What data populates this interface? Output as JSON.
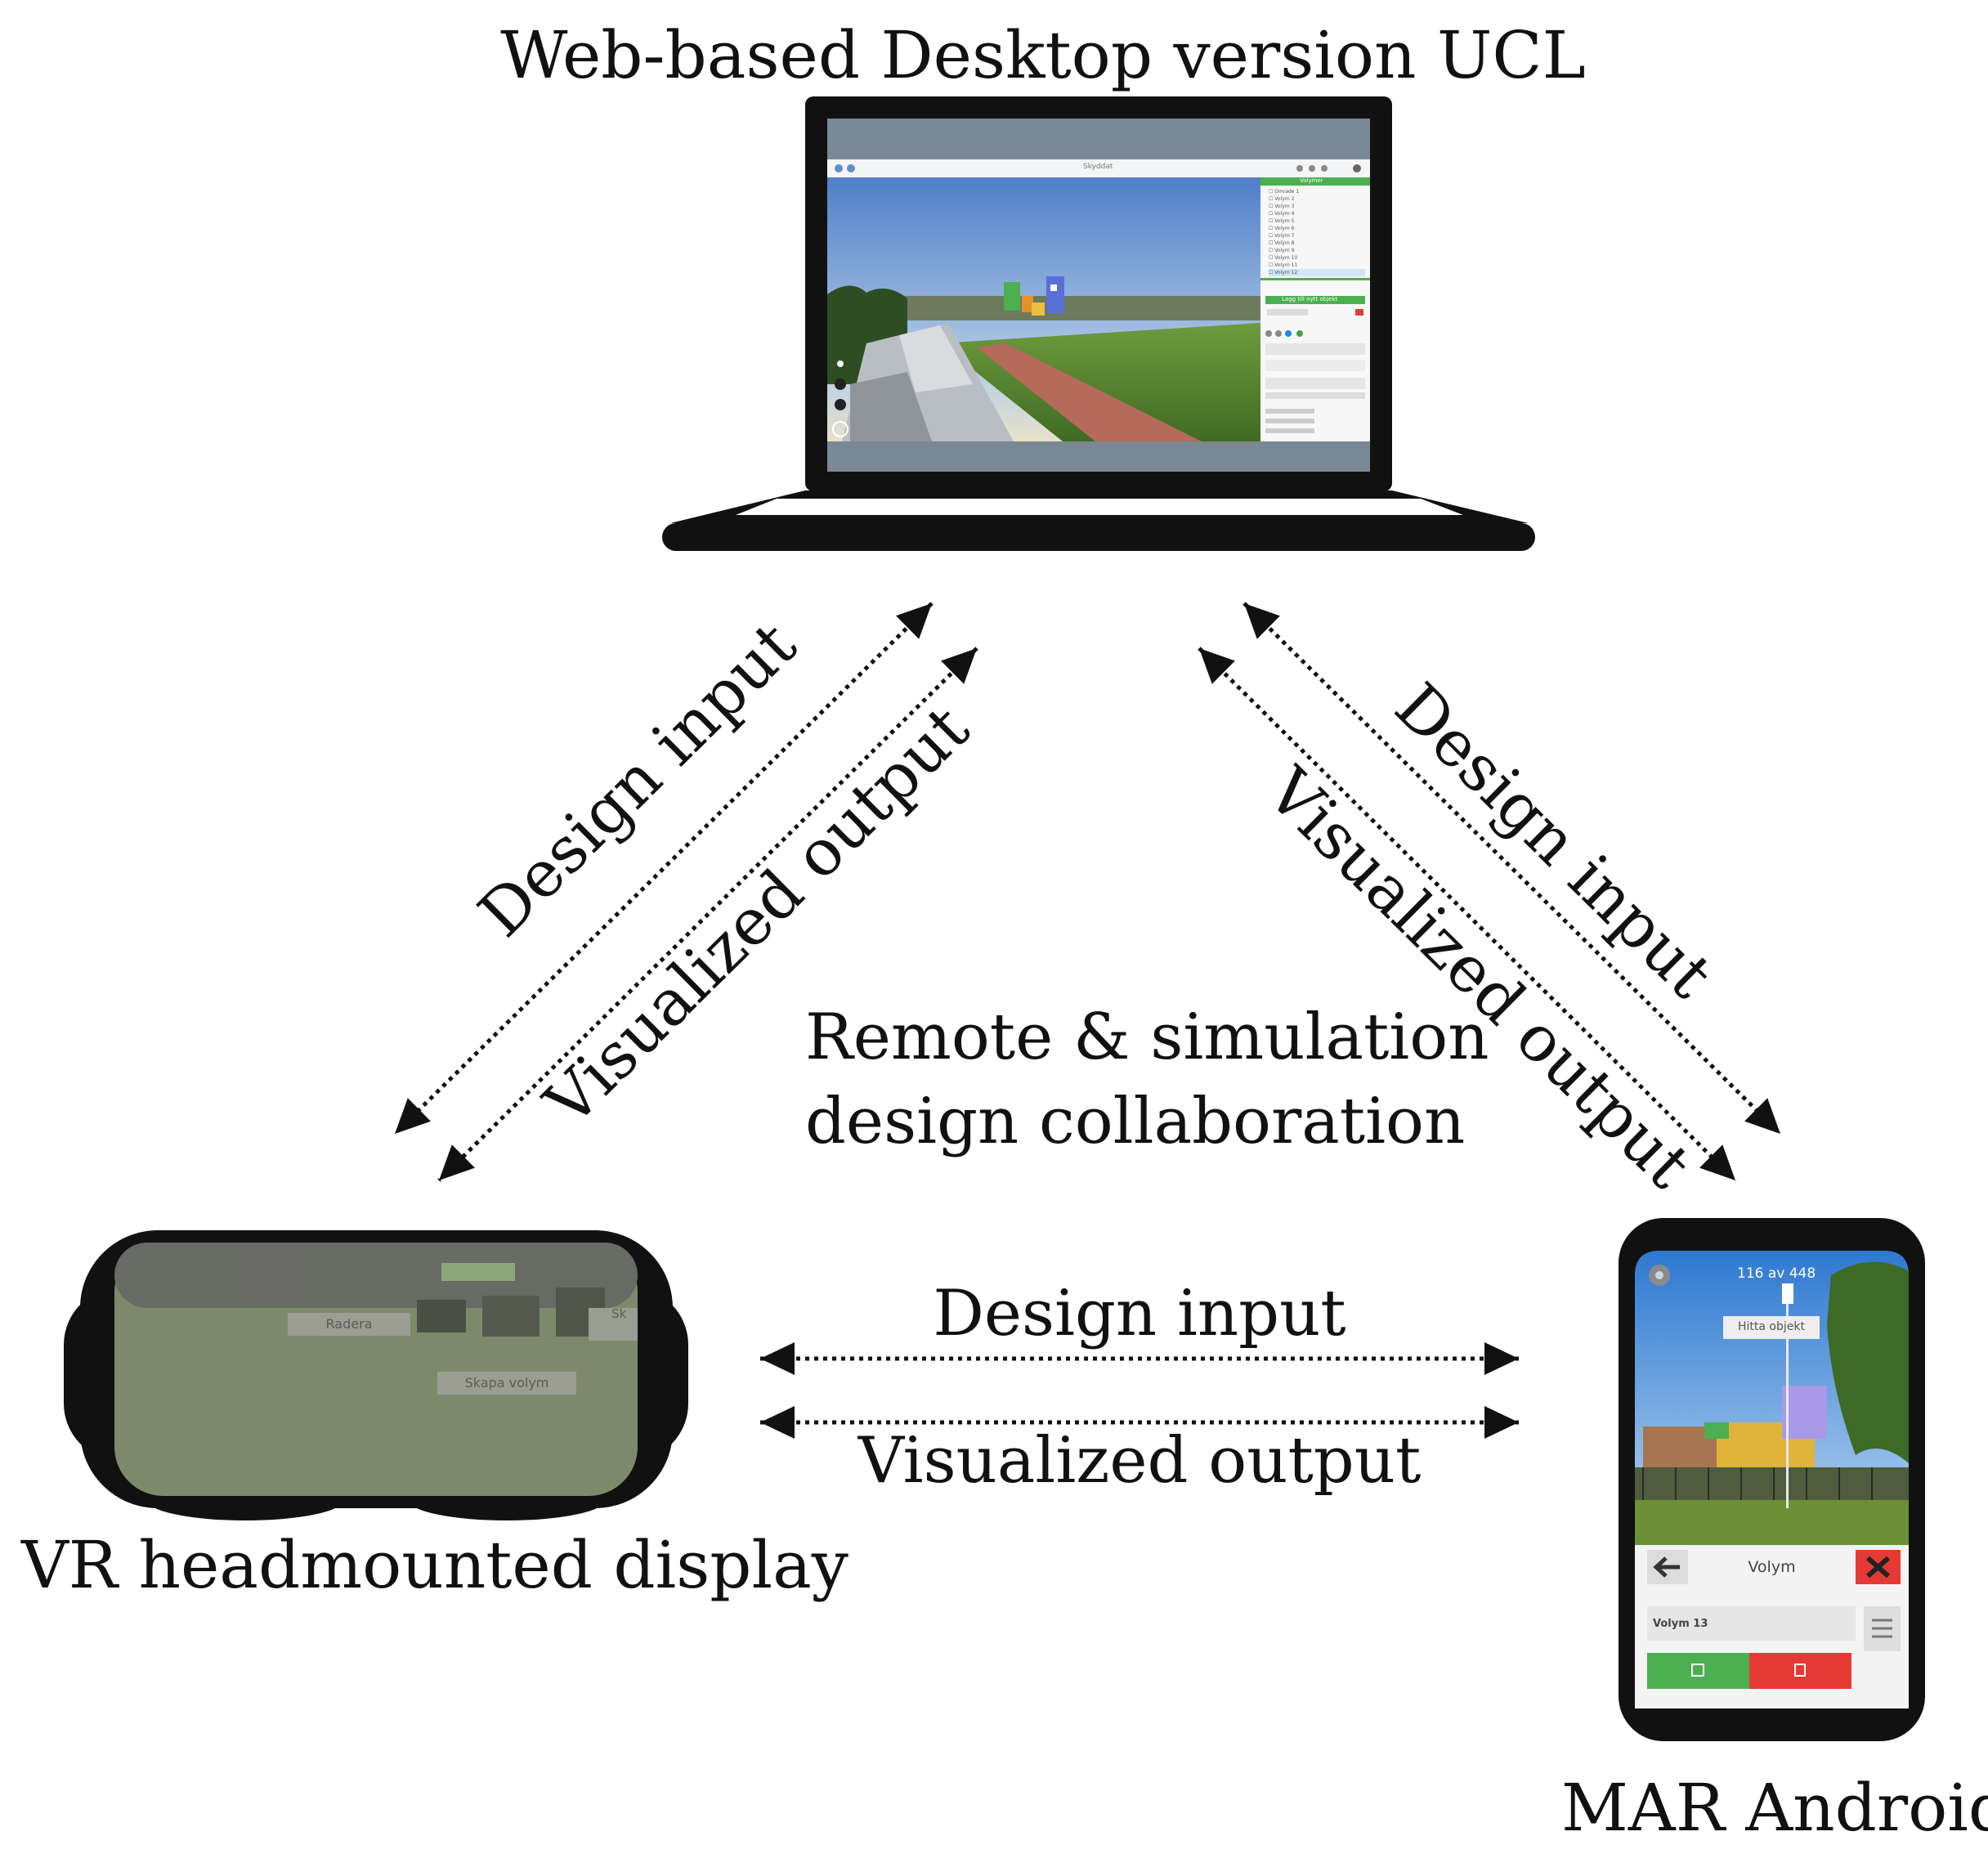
{
  "devices": {
    "desktop": {
      "title": "Web-based Desktop version UCL",
      "screen": {
        "toolbar_title": "Skyddat",
        "panel_header": "Volymer",
        "panel_items": [
          "Omrade 1",
          "Volym 2",
          "Volym 3",
          "Volym 4",
          "Volym 5",
          "Volym 6",
          "Volym 7",
          "Volym 8",
          "Volym 9",
          "Volym 10",
          "Volym 11",
          "Volym 12"
        ],
        "panel_button": "Lagg till nytt objekt"
      }
    },
    "vr": {
      "title": "VR headmounted display",
      "screen": {
        "button_radera": "Radera",
        "button_skapa": "Skapa volym",
        "label_right": "Sk"
      }
    },
    "mar": {
      "title": "MAR Android",
      "screen": {
        "counter": "116 av 448",
        "find_button": "Hitta objekt",
        "header_title": "Volym",
        "field_value": "Volym 13"
      }
    }
  },
  "center_label": {
    "line1": "Remote & simulation",
    "line2": "design collaboration"
  },
  "links": {
    "left_design": "Design input",
    "left_visual": "Visualized output",
    "right_design": "Design input",
    "right_visual": "Visualized output",
    "bottom_design": "Design input",
    "bottom_visual": "Visualized output"
  },
  "colors": {
    "ink": "#111111",
    "sky": "#6f9bd8",
    "grass": "#5d8a3a",
    "track": "#b8635a",
    "accent_green": "#4caf50",
    "accent_red": "#e53935",
    "accent_blue": "#5a6fd8",
    "accent_purple": "#8f86e6",
    "accent_yellow": "#e8c23a",
    "vr_screen": "#7c8a6b"
  }
}
